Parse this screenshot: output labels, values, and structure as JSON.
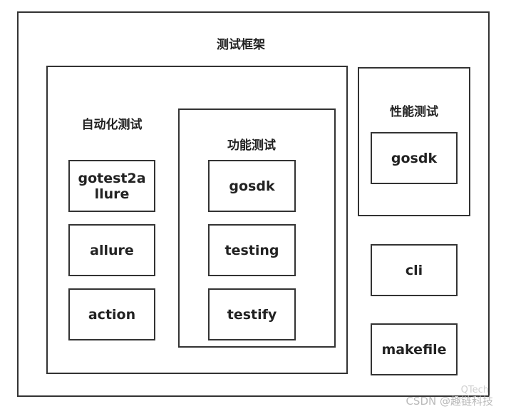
{
  "diagram": {
    "title": "测试框架",
    "automation": {
      "title": "自动化测试",
      "items": [
        "gotest2a llure",
        "allure",
        "action"
      ],
      "functional": {
        "title": "功能测试",
        "items": [
          "gosdk",
          "testing",
          "testify"
        ]
      }
    },
    "performance": {
      "title": "性能测试",
      "items": [
        "gosdk"
      ]
    },
    "standalone": [
      "cli",
      "makefile"
    ]
  },
  "watermark": {
    "text": "CSDN @趣链科技",
    "overlay": "QTech"
  }
}
